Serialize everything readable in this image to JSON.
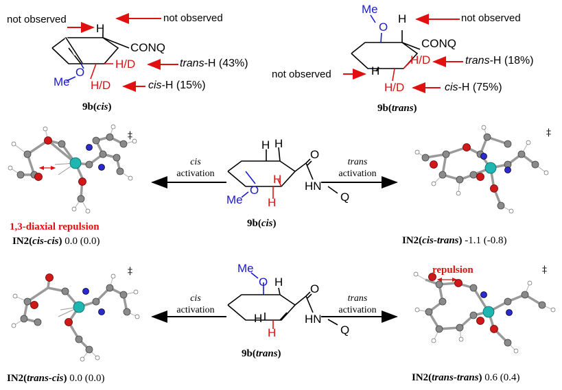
{
  "top_left": {
    "not_observed_1": "not observed",
    "not_observed_2": "not observed",
    "H": "H",
    "CONQ": "CONQ",
    "HD_trans": "H/D",
    "HD_cis": "H/D",
    "MeO_Me": "Me",
    "MeO_O": "O",
    "trans_prefix": "trans",
    "trans_suffix": "-H (43%)",
    "cis_prefix": "cis",
    "cis_suffix": "-H (15%)",
    "caption_main": "9b(",
    "caption_ital": "cis",
    "caption_end": ")"
  },
  "top_right": {
    "not_observed_1": "not observed",
    "not_observed_2": "not observed",
    "H": "H",
    "CONQ": "CONQ",
    "HD_trans": "H/D",
    "HD_cis": "H/D",
    "MeO_Me": "Me",
    "MeO_O": "O",
    "trans_prefix": "trans",
    "trans_suffix": "-H (18%)",
    "cis_prefix": "cis",
    "cis_suffix": "-H (75%)",
    "caption_main": "9b(",
    "caption_ital": "trans",
    "caption_end": ")"
  },
  "middle": {
    "left_act_ital": "cis",
    "left_act": "activation",
    "right_act_ital": "trans",
    "right_act": "activation",
    "H_top": "H",
    "H_red1": "H",
    "H_red2": "H",
    "O_carbonyl": "O",
    "HN": "HN",
    "Q": "Q",
    "Me": "Me",
    "O": "O",
    "caption_main": "9b(",
    "caption_ital": "cis",
    "caption_end": ")",
    "repulsion_label": "1,3-diaxial repulsion",
    "left_caption_main": "IN2(",
    "left_caption_ital": "cis-cis",
    "left_caption_end": ")",
    "left_energy": " 0.0 (0.0)",
    "right_caption_main": "IN2(",
    "right_caption_ital": "cis-trans",
    "right_caption_end": ")",
    "right_energy": " -1.1 (-0.8)",
    "dagger_left": "‡",
    "dagger_right": "‡"
  },
  "bottom": {
    "left_act_ital": "cis",
    "left_act": "activation",
    "right_act_ital": "trans",
    "right_act": "activation",
    "Me": "Me",
    "O": "O",
    "H_top": "H",
    "H_black": "H",
    "H_red": "H",
    "O_carbonyl": "O",
    "HN": "HN",
    "Q": "Q",
    "caption_main": "9b(",
    "caption_ital": "trans",
    "caption_end": ")",
    "repulsion_label": "repulsion",
    "left_caption_main": "IN2(",
    "left_caption_ital": "trans-cis",
    "left_caption_end": ")",
    "left_energy": " 0.0 (0.0)",
    "right_caption_main": "IN2(",
    "right_caption_ital": "trans-trans",
    "right_caption_end": ")",
    "right_energy": " 0.6 (0.4)",
    "dagger_left": "‡",
    "dagger_right": "‡"
  },
  "colors": {
    "red": "#e01010",
    "blue": "#1a1acc",
    "atom_carbon": "#8a8a8a",
    "atom_oxygen": "#d01818",
    "atom_nitrogen": "#2a2ad0",
    "atom_metal": "#1fb5b0",
    "atom_hydrogen": "#ffffff"
  }
}
